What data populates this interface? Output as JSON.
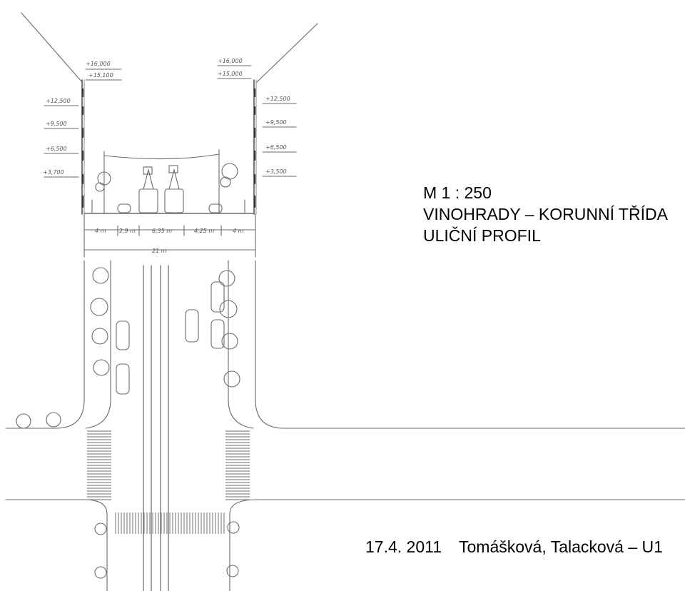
{
  "title": {
    "scale": "M 1 : 250",
    "location": "VINOHRADY – KORUNNÍ TŘÍDA",
    "subject": "ULIČNÍ PROFIL"
  },
  "footer": {
    "date": "17.4. 2011",
    "authors": "Tomášková, Talacková – U1"
  },
  "section": {
    "levels_left": [
      "+16,000",
      "+15,100",
      "+12,500",
      "+9,500",
      "+6,500",
      "+3,700"
    ],
    "levels_right": [
      "+16,000",
      "+15,000",
      "+12,500",
      "+9,500",
      "+6,500",
      "+3,500"
    ],
    "dimensions": [
      "4 m",
      "2,9 m",
      "6,35 m",
      "4,25 m",
      "4 m"
    ],
    "total_width": "21 m"
  }
}
